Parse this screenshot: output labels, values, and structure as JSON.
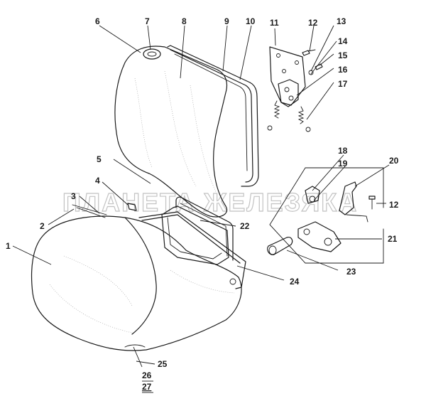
{
  "watermark": "ПЛАНЕТА ЖЕЛЕЗЯКА",
  "callouts": {
    "c1": "1",
    "c2": "2",
    "c3": "3",
    "c4": "4",
    "c5": "5",
    "c6": "6",
    "c7": "7",
    "c8": "8",
    "c9": "9",
    "c10": "10",
    "c11": "11",
    "c12a": "12",
    "c12b": "12",
    "c13": "13",
    "c14": "14",
    "c15": "15",
    "c16": "16",
    "c17": "17",
    "c18": "18",
    "c19": "19",
    "c20": "20",
    "c21": "21",
    "c22": "22",
    "c23": "23",
    "c24": "24",
    "c25": "25",
    "c26": "26",
    "c27": "27"
  }
}
